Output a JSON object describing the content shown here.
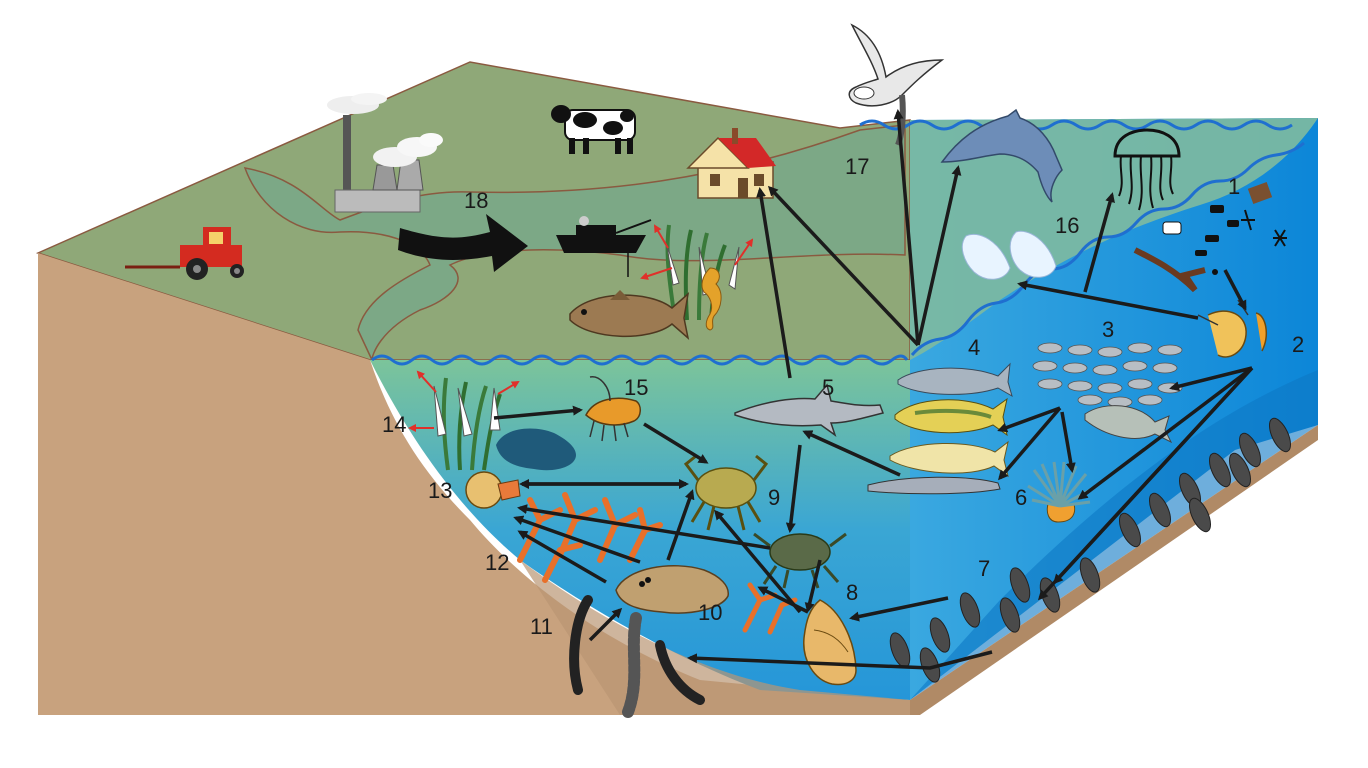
{
  "labels": {
    "n1": "1",
    "n2": "2",
    "n3": "3",
    "n4": "4",
    "n5": "5",
    "n6": "6",
    "n7": "7",
    "n8": "8",
    "n9": "9",
    "n10": "10",
    "n11": "11",
    "n12": "12",
    "n13": "13",
    "n14": "14",
    "n15": "15",
    "n16": "16",
    "n17": "17",
    "n18": "18"
  },
  "colors": {
    "land": "#8fa878",
    "soil": "#c8a27e",
    "seabed": "#b59472",
    "water_deep": "#1a8fd9",
    "water_mid": "#4aa8d6",
    "water_shallow": "#7cb89c",
    "arrow": "#1b1b1b",
    "red_arrow": "#e0302a"
  }
}
